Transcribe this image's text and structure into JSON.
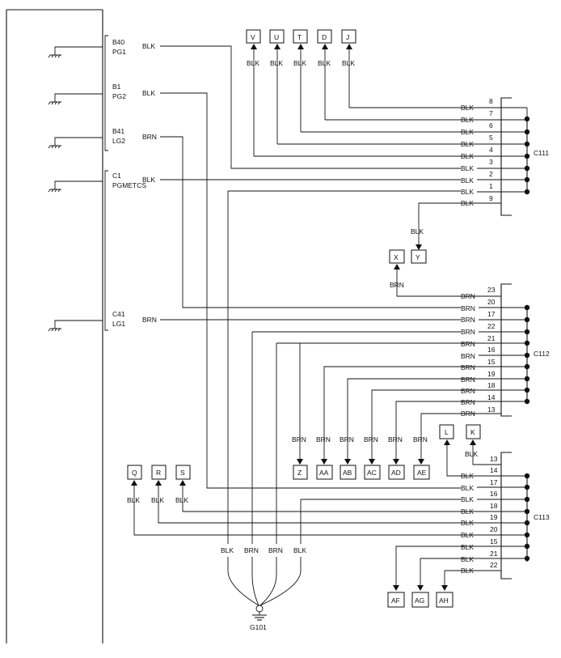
{
  "module": {
    "pins": [
      {
        "pin": "B40",
        "label": "PG1",
        "wire_color": "BLK"
      },
      {
        "pin": "B1",
        "label": "PG2",
        "wire_color": "BLK"
      },
      {
        "pin": "B41",
        "label": "LG2",
        "wire_color": "BRN"
      },
      {
        "pin": "C1",
        "label": "PGMETCS",
        "wire_color": "BLK"
      },
      {
        "pin": "C41",
        "label": "LG1",
        "wire_color": "BRN"
      }
    ]
  },
  "connectors": {
    "c111": {
      "name": "C111",
      "pins": [
        "8",
        "7",
        "6",
        "5",
        "4",
        "3",
        "2",
        "1",
        "9"
      ],
      "colors": [
        "BLK",
        "BLK",
        "BLK",
        "BLK",
        "BLK",
        "BLK",
        "BLK",
        "BLK",
        "BLK"
      ]
    },
    "c112": {
      "name": "C112",
      "pins": [
        "23",
        "20",
        "17",
        "22",
        "21",
        "16",
        "15",
        "19",
        "18",
        "14",
        "13"
      ],
      "colors": [
        "BRN",
        "BRN",
        "BRN",
        "BRN",
        "BRN",
        "BRN",
        "BRN",
        "BRN",
        "BRN",
        "BRN",
        "BRN"
      ]
    },
    "c113": {
      "name": "C113",
      "pins": [
        "13",
        "14",
        "17",
        "16",
        "18",
        "19",
        "20",
        "15",
        "21",
        "22"
      ],
      "colors": [
        "BLK",
        "BLK",
        "BLK",
        "BLK",
        "BLK",
        "BLK",
        "BLK",
        "BLK",
        "BLK",
        "BLK"
      ]
    }
  },
  "refs": {
    "top": [
      "V",
      "U",
      "T",
      "D",
      "J"
    ],
    "top_color": "BLK",
    "x": "X",
    "y": "Y",
    "y_color": "BLK",
    "x_color": "BRN",
    "mid": [
      "Z",
      "AA",
      "AB",
      "AC",
      "AD",
      "AE"
    ],
    "mid_color": "BRN",
    "l": "L",
    "k": "K",
    "k_color": "BLK",
    "left": [
      "Q",
      "R",
      "S"
    ],
    "left_color": "BLK",
    "bottom": [
      "AF",
      "AG",
      "AH"
    ]
  },
  "ground": {
    "label": "G101",
    "wire_colors": [
      "BLK",
      "BRN",
      "BRN",
      "BLK"
    ]
  }
}
